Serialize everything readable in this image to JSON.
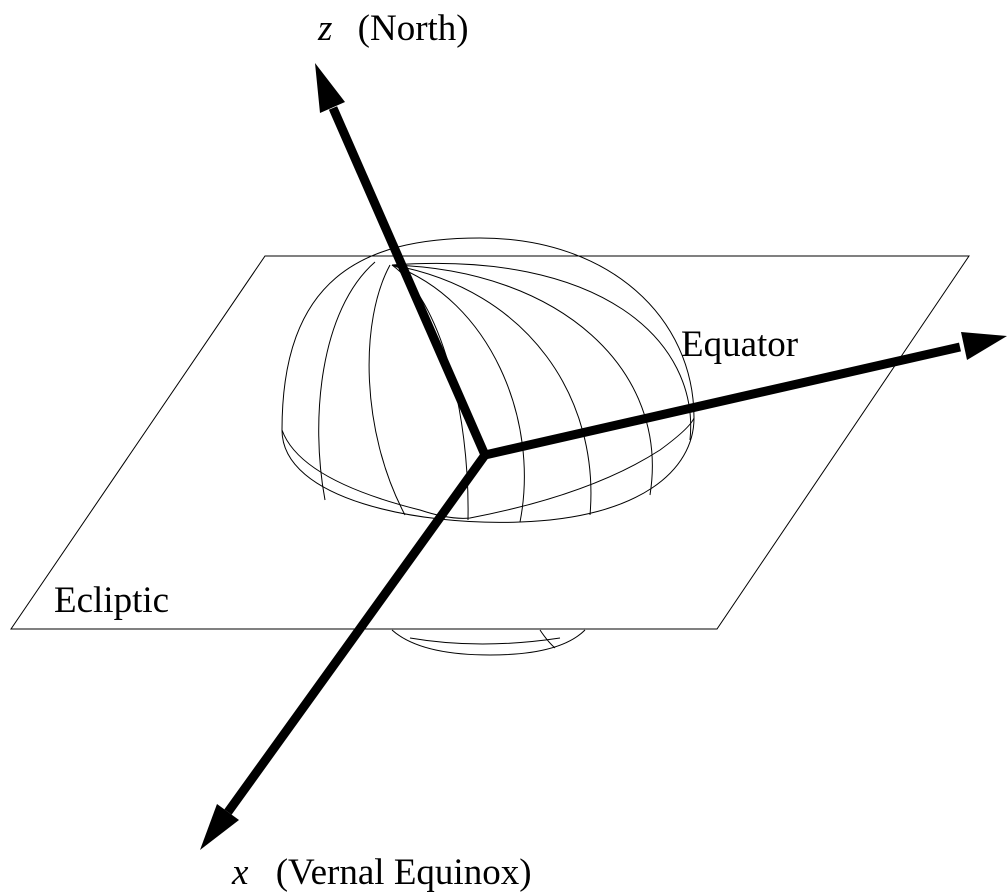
{
  "labels": {
    "z_axis": {
      "variable": "z",
      "text": "(North)"
    },
    "x_axis": {
      "variable": "x",
      "text": "(Vernal Equinox)"
    },
    "equator": "Equator",
    "ecliptic": "Ecliptic"
  }
}
